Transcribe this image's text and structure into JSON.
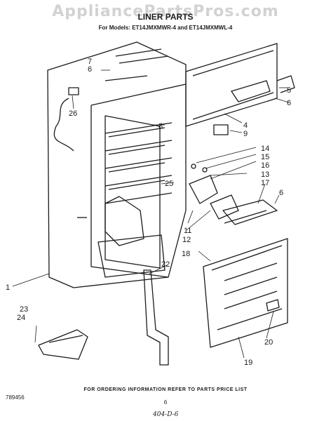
{
  "header": {
    "watermark": "AppliancePartsPros.com",
    "title": "LINER PARTS",
    "subtitle": "For Models: ET14JMXMWR-4 and ET14JMXMWL-4"
  },
  "callouts": [
    "1",
    "4",
    "5",
    "6",
    "6",
    "6",
    "7",
    "8",
    "9",
    "11",
    "12",
    "13",
    "14",
    "15",
    "16",
    "17",
    "18",
    "19",
    "20",
    "22",
    "23",
    "24",
    "25",
    "26"
  ],
  "footer": {
    "ordering_note": "FOR ORDERING INFORMATION REFER TO PARTS PRICE LIST",
    "diagram_code": "789456",
    "page_number": "6",
    "handwritten_note": "404-D-6"
  }
}
